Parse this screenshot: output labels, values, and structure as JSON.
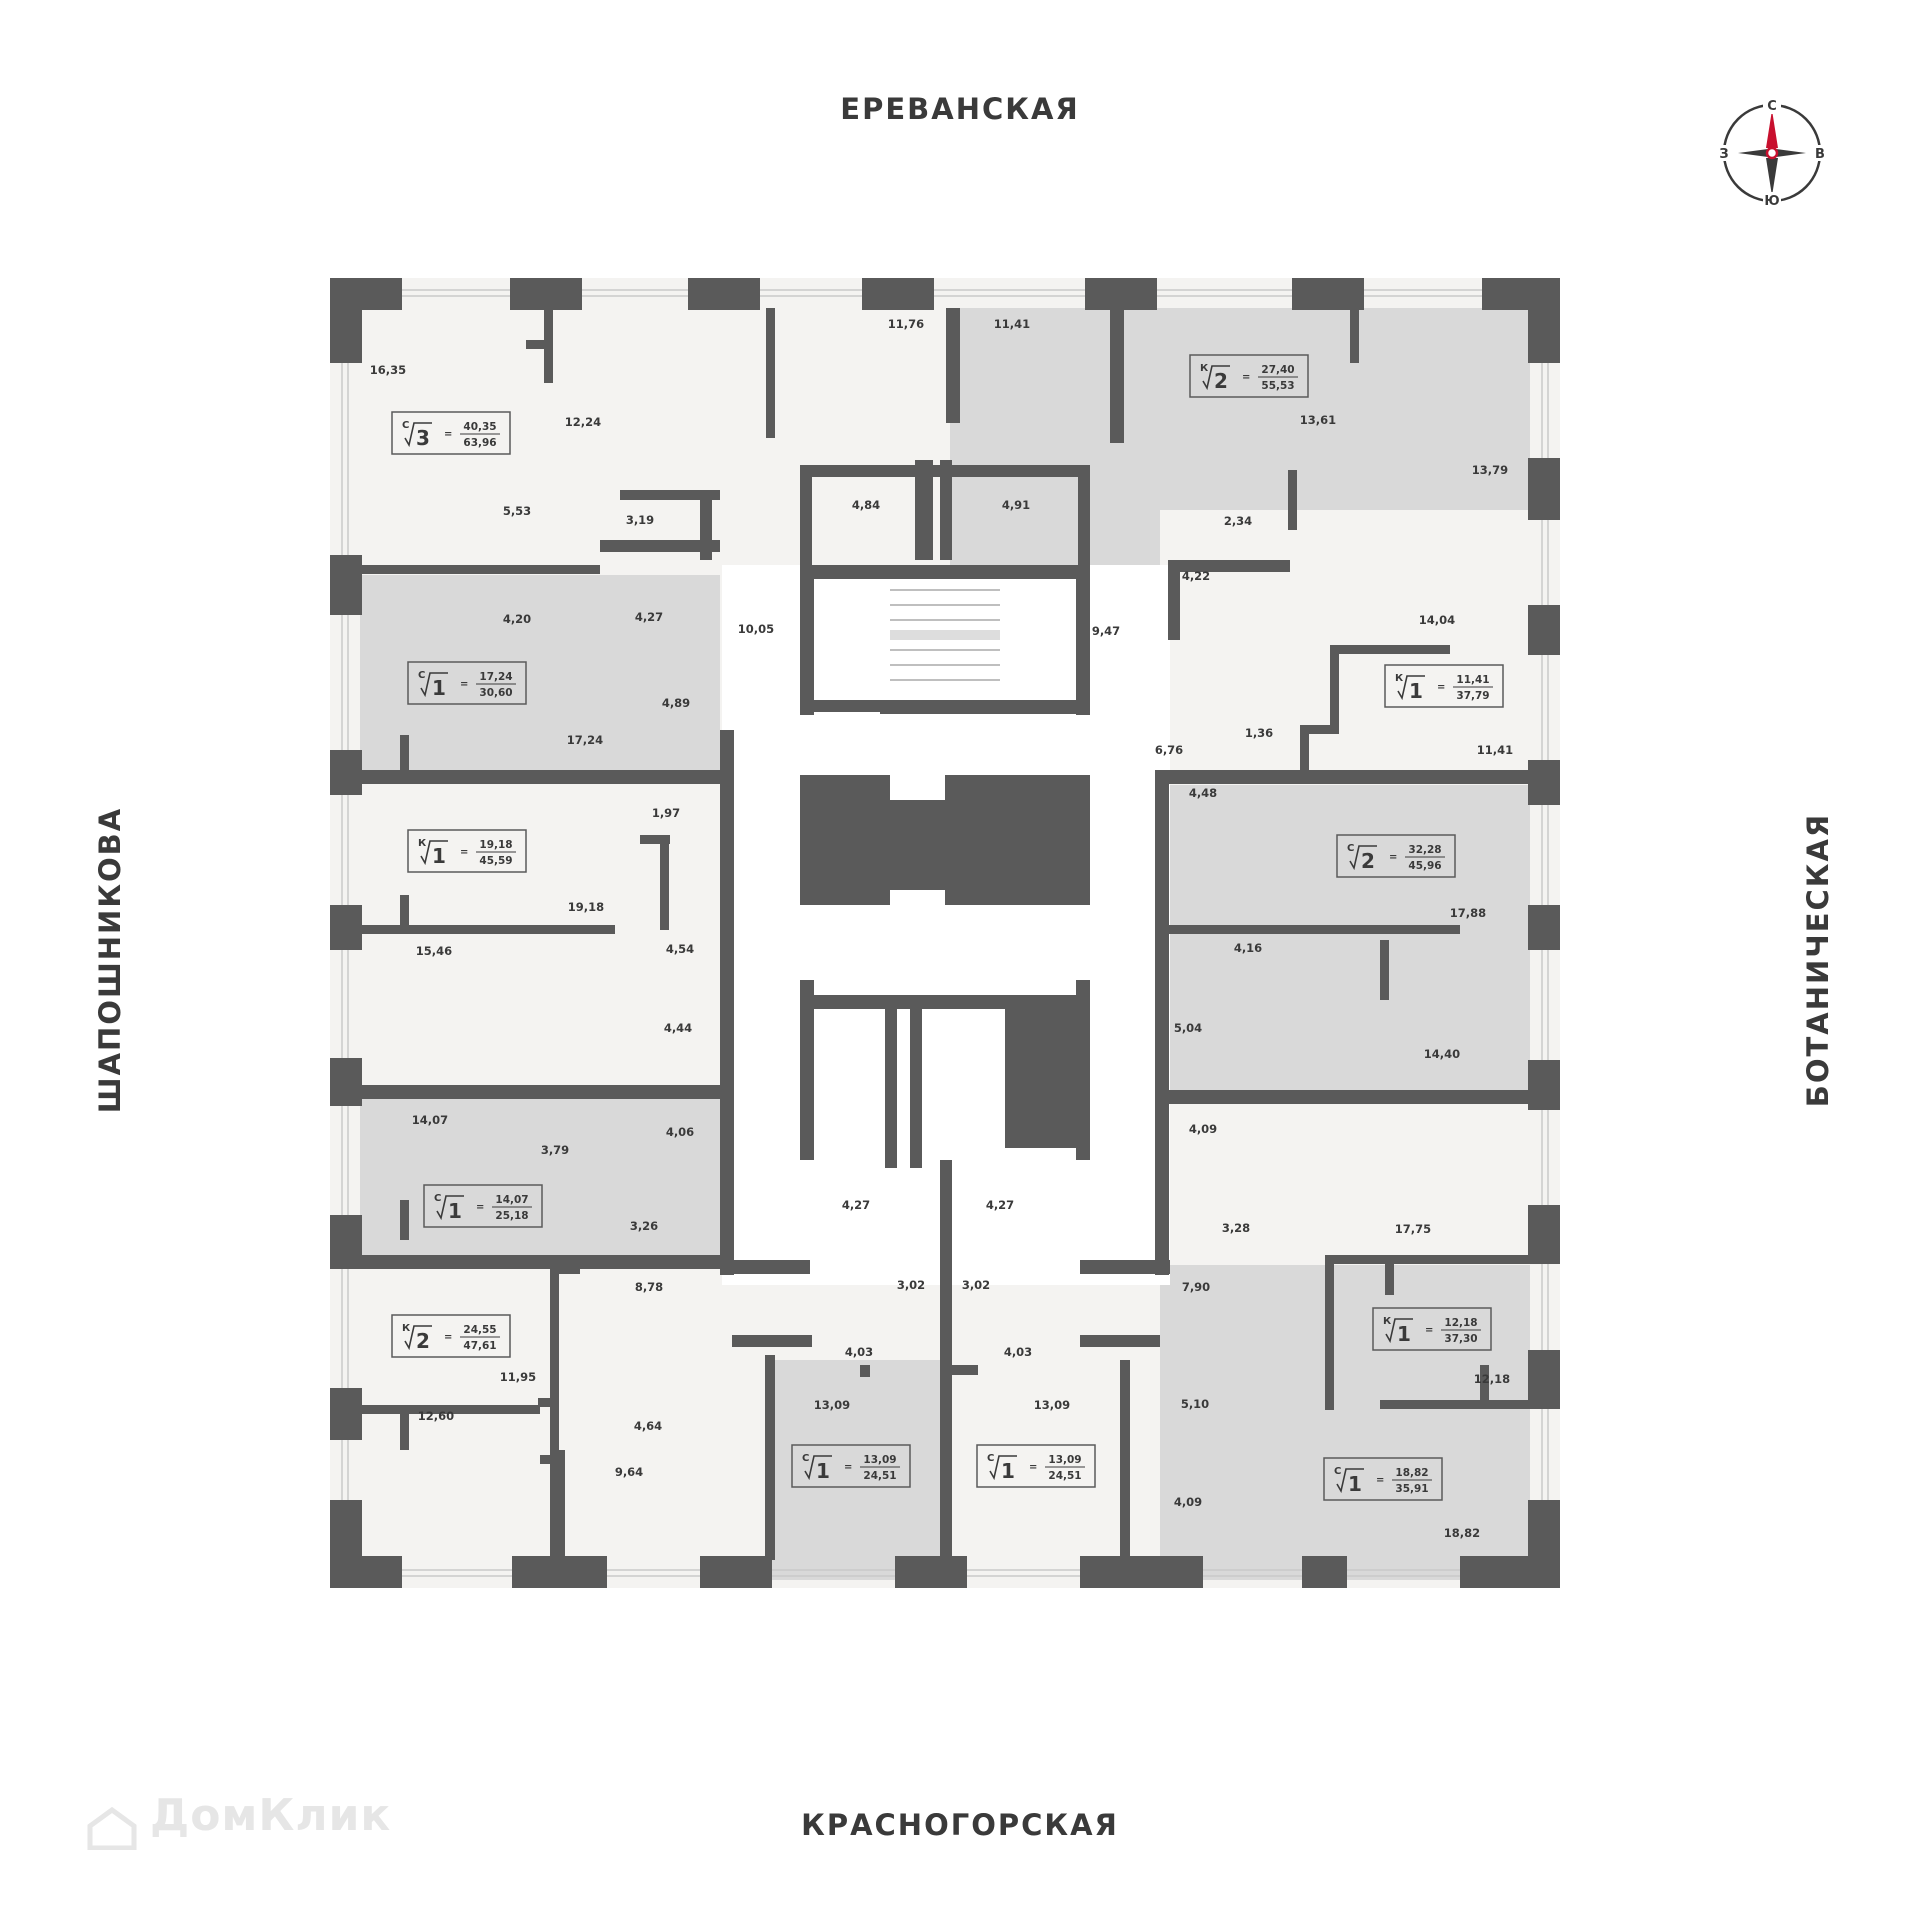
{
  "streets": {
    "north": "ЕРЕВАНСКАЯ",
    "south": "КРАСНОГОРСКАЯ",
    "west": "ШАПОШНИКОВА",
    "east": "БОТАНИЧЕСКАЯ"
  },
  "compass": {
    "north": "С",
    "east": "В",
    "south": "Ю",
    "west": "З"
  },
  "watermark": "ДомКлик",
  "colors": {
    "wall": "#5a5a5a",
    "unit_light": "#f4f3f1",
    "unit_grey": "#d9d9d9",
    "corridor": "#ffffff",
    "text": "#3a3a3a",
    "compass_red": "#c8102e"
  },
  "rooms": [
    {
      "id": "r1635",
      "label": "16,35"
    },
    {
      "id": "r1224",
      "label": "12,24"
    },
    {
      "id": "r1176",
      "label": "11,76"
    },
    {
      "id": "r1141a",
      "label": "11,41"
    },
    {
      "id": "r1361",
      "label": "13,61"
    },
    {
      "id": "r1379",
      "label": "13,79"
    },
    {
      "id": "r553",
      "label": "5,53"
    },
    {
      "id": "r319",
      "label": "3,19"
    },
    {
      "id": "r484",
      "label": "4,84"
    },
    {
      "id": "r491",
      "label": "4,91"
    },
    {
      "id": "r234",
      "label": "2,34"
    },
    {
      "id": "r420",
      "label": "4,20"
    },
    {
      "id": "r427a",
      "label": "4,27"
    },
    {
      "id": "r1005",
      "label": "10,05"
    },
    {
      "id": "r947",
      "label": "9,47"
    },
    {
      "id": "r422",
      "label": "4,22"
    },
    {
      "id": "r1404",
      "label": "14,04"
    },
    {
      "id": "r489",
      "label": "4,89"
    },
    {
      "id": "r1724",
      "label": "17,24"
    },
    {
      "id": "r676",
      "label": "6,76"
    },
    {
      "id": "r136",
      "label": "1,36"
    },
    {
      "id": "r1141b",
      "label": "11,41"
    },
    {
      "id": "r197",
      "label": "1,97"
    },
    {
      "id": "r448",
      "label": "4,48"
    },
    {
      "id": "r1918",
      "label": "19,18"
    },
    {
      "id": "r1546",
      "label": "15,46"
    },
    {
      "id": "r454",
      "label": "4,54"
    },
    {
      "id": "r1788",
      "label": "17,88"
    },
    {
      "id": "r416",
      "label": "4,16"
    },
    {
      "id": "r444",
      "label": "4,44"
    },
    {
      "id": "r504",
      "label": "5,04"
    },
    {
      "id": "r1440",
      "label": "14,40"
    },
    {
      "id": "r1407",
      "label": "14,07"
    },
    {
      "id": "r406",
      "label": "4,06"
    },
    {
      "id": "r379",
      "label": "3,79"
    },
    {
      "id": "r409a",
      "label": "4,09"
    },
    {
      "id": "r427b",
      "label": "4,27"
    },
    {
      "id": "r427c",
      "label": "4,27"
    },
    {
      "id": "r326",
      "label": "3,26"
    },
    {
      "id": "r328",
      "label": "3,28"
    },
    {
      "id": "r1775",
      "label": "17,75"
    },
    {
      "id": "r302a",
      "label": "3,02"
    },
    {
      "id": "r302b",
      "label": "3,02"
    },
    {
      "id": "r878",
      "label": "8,78"
    },
    {
      "id": "r790",
      "label": "7,90"
    },
    {
      "id": "r403a",
      "label": "4,03"
    },
    {
      "id": "r403b",
      "label": "4,03"
    },
    {
      "id": "r1195",
      "label": "11,95"
    },
    {
      "id": "r464",
      "label": "4,64"
    },
    {
      "id": "r1309a",
      "label": "13,09"
    },
    {
      "id": "r1309b",
      "label": "13,09"
    },
    {
      "id": "r510",
      "label": "5,10"
    },
    {
      "id": "r1218",
      "label": "12,18"
    },
    {
      "id": "r1260",
      "label": "12,60"
    },
    {
      "id": "r964",
      "label": "9,64"
    },
    {
      "id": "r409b",
      "label": "4,09"
    },
    {
      "id": "r1882",
      "label": "18,82"
    }
  ],
  "apartments": [
    {
      "id": "a1",
      "type": "С",
      "rooms": "3",
      "living": "40,35",
      "total": "63,96"
    },
    {
      "id": "a2",
      "type": "К",
      "rooms": "2",
      "living": "27,40",
      "total": "55,53"
    },
    {
      "id": "a3",
      "type": "С",
      "rooms": "1",
      "living": "17,24",
      "total": "30,60"
    },
    {
      "id": "a4",
      "type": "К",
      "rooms": "1",
      "living": "11,41",
      "total": "37,79"
    },
    {
      "id": "a5",
      "type": "К",
      "rooms": "1",
      "living": "19,18",
      "total": "45,59"
    },
    {
      "id": "a6",
      "type": "С",
      "rooms": "2",
      "living": "32,28",
      "total": "45,96"
    },
    {
      "id": "a7",
      "type": "С",
      "rooms": "1",
      "living": "14,07",
      "total": "25,18"
    },
    {
      "id": "a8",
      "type": "К",
      "rooms": "2",
      "living": "24,55",
      "total": "47,61"
    },
    {
      "id": "a9",
      "type": "К",
      "rooms": "1",
      "living": "12,18",
      "total": "37,30"
    },
    {
      "id": "a10",
      "type": "С",
      "rooms": "1",
      "living": "13,09",
      "total": "24,51"
    },
    {
      "id": "a11",
      "type": "С",
      "rooms": "1",
      "living": "13,09",
      "total": "24,51"
    },
    {
      "id": "a12",
      "type": "С",
      "rooms": "1",
      "living": "18,82",
      "total": "35,91"
    }
  ]
}
